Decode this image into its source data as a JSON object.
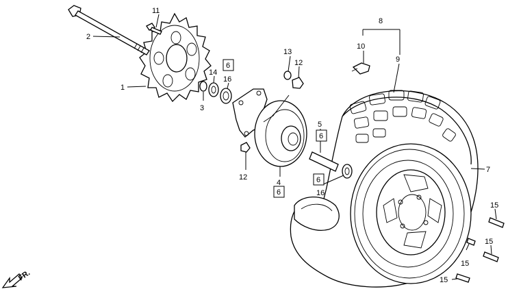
{
  "diagram": {
    "callouts": [
      {
        "id": "1",
        "text": "1"
      },
      {
        "id": "2",
        "text": "2"
      },
      {
        "id": "3",
        "text": "3"
      },
      {
        "id": "4",
        "text": "4"
      },
      {
        "id": "5",
        "text": "5"
      },
      {
        "id": "6a",
        "text": "6"
      },
      {
        "id": "6b",
        "text": "6"
      },
      {
        "id": "6c",
        "text": "6"
      },
      {
        "id": "6d",
        "text": "6"
      },
      {
        "id": "7",
        "text": "7"
      },
      {
        "id": "8",
        "text": "8"
      },
      {
        "id": "9",
        "text": "9"
      },
      {
        "id": "10",
        "text": "10"
      },
      {
        "id": "11",
        "text": "11"
      },
      {
        "id": "12a",
        "text": "12"
      },
      {
        "id": "12b",
        "text": "12"
      },
      {
        "id": "13",
        "text": "13"
      },
      {
        "id": "14",
        "text": "14"
      },
      {
        "id": "15a",
        "text": "15"
      },
      {
        "id": "15b",
        "text": "15"
      },
      {
        "id": "15c",
        "text": "15"
      },
      {
        "id": "15d",
        "text": "15"
      },
      {
        "id": "16a",
        "text": "16"
      },
      {
        "id": "16b",
        "text": "16"
      }
    ],
    "direction_label": "FR."
  }
}
